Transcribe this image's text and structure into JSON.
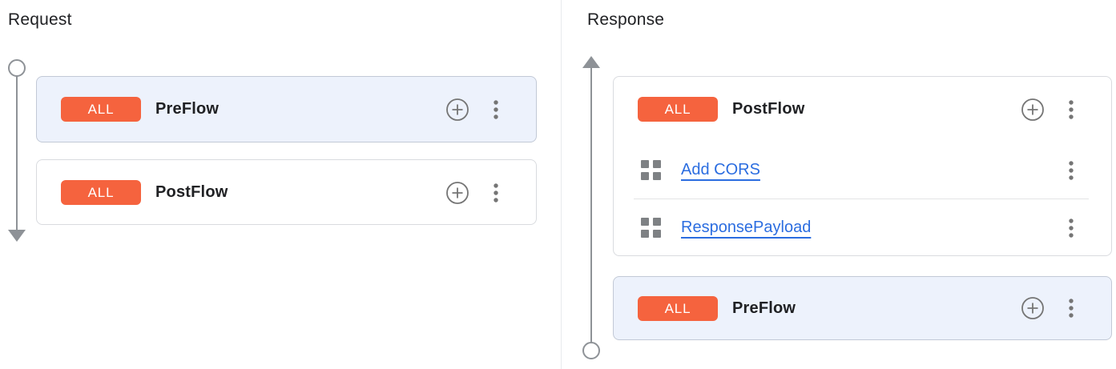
{
  "palette": {
    "badge_orange": "#F5633E",
    "selected_card_bg": "#EDF2FC",
    "link_blue": "#2B6DE0",
    "icon_gray": "#757575",
    "timeline_gray": "#8E9297"
  },
  "request": {
    "title": "Request",
    "flows": [
      {
        "badge": "ALL",
        "name": "PreFlow",
        "selected": true,
        "policies": []
      },
      {
        "badge": "ALL",
        "name": "PostFlow",
        "selected": false,
        "policies": []
      }
    ]
  },
  "response": {
    "title": "Response",
    "flows": [
      {
        "badge": "ALL",
        "name": "PostFlow",
        "selected": false,
        "policies": [
          "Add CORS",
          "ResponsePayload"
        ]
      },
      {
        "badge": "ALL",
        "name": "PreFlow",
        "selected": true,
        "policies": []
      }
    ]
  },
  "icons": {
    "add_policy": "add-circle-icon",
    "menu": "more-vert-icon",
    "policy_grid": "policy-grid-icon"
  }
}
